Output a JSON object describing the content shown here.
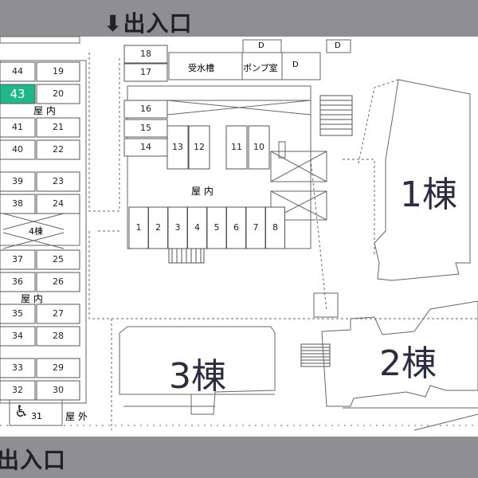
{
  "header": {
    "entrance_top": "⬇出入口",
    "entrance_bottom": "出入口"
  },
  "labels": {
    "water_tank": "受水槽",
    "pump_room": "ポンプ室",
    "d": "D",
    "indoor": "屋 内",
    "outdoor": "屋 外",
    "building4": "4棟"
  },
  "buildings": [
    "1棟",
    "2棟",
    "3棟"
  ],
  "parking": {
    "left_col": [
      "44",
      "43",
      "41",
      "40",
      "39",
      "38",
      "37",
      "36",
      "35",
      "34",
      "33",
      "32"
    ],
    "right_col": [
      "19",
      "20",
      "21",
      "22",
      "23",
      "24",
      "25",
      "26",
      "27",
      "28",
      "29",
      "30"
    ],
    "accessible": "31",
    "highlighted": "43",
    "center_top_left": [
      "18",
      "17",
      "16",
      "15",
      "14"
    ],
    "center_row_top": [
      "13",
      "12",
      "11",
      "10"
    ],
    "center_row_bottom": [
      "1",
      "2",
      "3",
      "4",
      "5",
      "6",
      "7",
      "8"
    ]
  },
  "colors": {
    "highlight": "#1fb889",
    "bar": "#8e8e93",
    "building_text": "#2c2c40"
  }
}
